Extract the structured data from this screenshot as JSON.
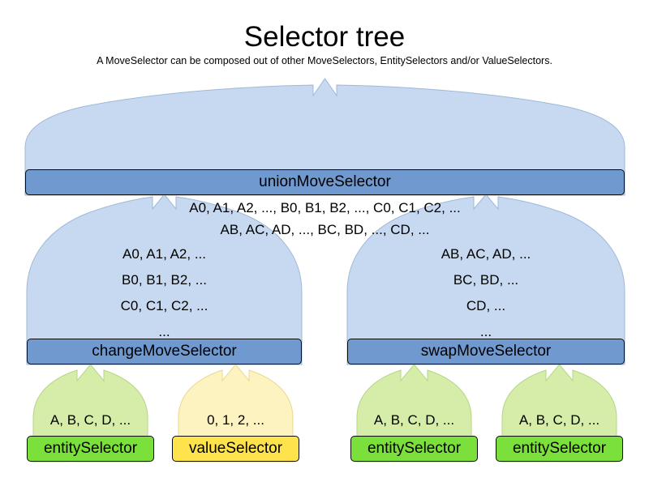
{
  "header": {
    "title": "Selector tree",
    "subtitle": "A MoveSelector can be composed out of other MoveSelectors, EntitySelectors and/or ValueSelectors."
  },
  "colors": {
    "background": "#ffffff",
    "move_body": "#c6d9f0",
    "move_bar": "#7099cf",
    "entity_body": "#d6edaa",
    "entity_bar": "#7ce03c",
    "value_body": "#fdf3c0",
    "value_bar": "#ffe34d",
    "outline": "#0a0a0a",
    "text": "#000000"
  },
  "tree": {
    "root": {
      "label": "unionMoveSelector",
      "kind": "move-selector",
      "body_lines": [
        "A0, A1, A2, ..., B0, B1, B2, ..., C0, C1, C2, ...",
        "AB, AC, AD, ..., BC, BD, ..., CD, ..."
      ]
    },
    "middle": [
      {
        "label": "changeMoveSelector",
        "kind": "move-selector",
        "body_lines": [
          "A0, A1, A2, ...",
          "B0, B1, B2, ...",
          "C0, C1, C2, ...",
          "..."
        ]
      },
      {
        "label": "swapMoveSelector",
        "kind": "move-selector",
        "body_lines": [
          "AB, AC, AD, ...",
          "BC, BD, ...",
          "CD, ...",
          "..."
        ]
      }
    ],
    "leaves": [
      {
        "label": "entitySelector",
        "kind": "entity-selector",
        "body_lines": [
          "A, B, C, D, ..."
        ]
      },
      {
        "label": "valueSelector",
        "kind": "value-selector",
        "body_lines": [
          "0, 1, 2, ..."
        ]
      },
      {
        "label": "entitySelector",
        "kind": "entity-selector",
        "body_lines": [
          "A, B, C, D, ..."
        ]
      },
      {
        "label": "entitySelector",
        "kind": "entity-selector",
        "body_lines": [
          "A, B, C, D, ..."
        ]
      }
    ]
  }
}
